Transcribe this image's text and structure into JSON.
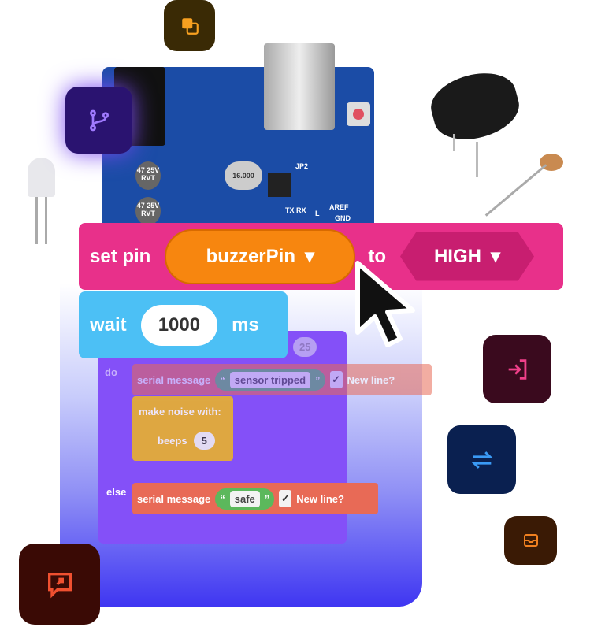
{
  "board": {
    "cap_label": "47 25V RVT",
    "crystal": "16.000",
    "jp": "JP2",
    "txrx": "TX RX",
    "aref": "AREF",
    "gnd": "GND",
    "l": "L"
  },
  "set_pin": {
    "label": "set pin",
    "pin": "buzzerPin",
    "to": "to",
    "value": "HIGH"
  },
  "wait": {
    "label": "wait",
    "value": "1000",
    "unit": "ms"
  },
  "bg_code": {
    "num": "25",
    "do": "do",
    "serial1": {
      "label": "serial message",
      "text": "sensor tripped",
      "newline": "New line?"
    },
    "noise": {
      "label": "make noise  with:",
      "beeps": "beeps",
      "value": "5"
    },
    "else": "else",
    "serial2": {
      "label": "serial message",
      "text": "safe",
      "newline": "New line?"
    },
    "open_quote": "“",
    "close_quote": "”",
    "check": "✓"
  },
  "icons": [
    "copy-icon",
    "branch-icon",
    "login-icon",
    "sync-icon",
    "inbox-icon",
    "message-icon",
    "cursor-icon"
  ],
  "colors": {
    "set_pin": "#e8308a",
    "dropdown": "#f7860f",
    "wait": "#4cc0f5",
    "board": "#1b4ca6"
  }
}
